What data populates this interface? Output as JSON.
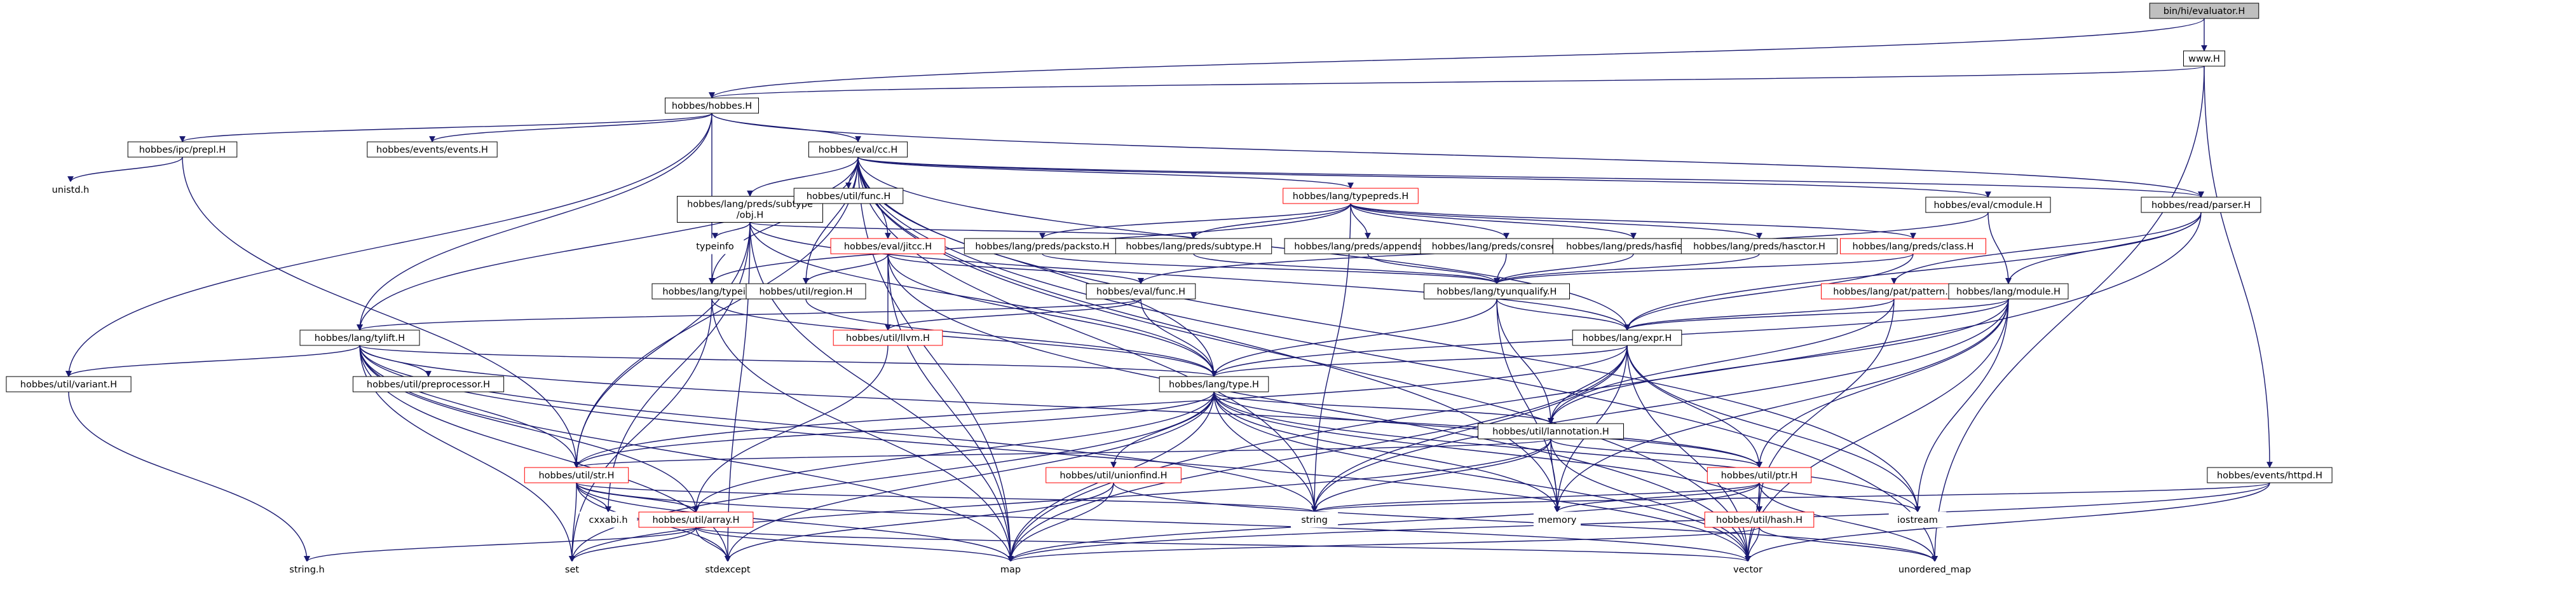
{
  "diagram": {
    "kind": "include dependency graph",
    "nodes": [
      {
        "id": "evaluator",
        "label": "bin/hi/evaluator.H",
        "style": "root"
      },
      {
        "id": "www",
        "label": "www.H",
        "style": "box"
      },
      {
        "id": "hobbes",
        "label": "hobbes/hobbes.H",
        "style": "box"
      },
      {
        "id": "prepl",
        "label": "hobbes/ipc/prepl.H",
        "style": "box"
      },
      {
        "id": "events",
        "label": "hobbes/events/events.H",
        "style": "box"
      },
      {
        "id": "cc",
        "label": "hobbes/eval/cc.H",
        "style": "box"
      },
      {
        "id": "unistd",
        "label": "unistd.h",
        "style": "plain"
      },
      {
        "id": "subtype",
        "label": "hobbes/lang/preds/subtype\n/obj.H",
        "style": "box"
      },
      {
        "id": "func",
        "label": "hobbes/util/func.H",
        "style": "box"
      },
      {
        "id": "typepreds",
        "label": "hobbes/lang/typepreds.H",
        "style": "red"
      },
      {
        "id": "cmodule",
        "label": "hobbes/eval/cmodule.H",
        "style": "box"
      },
      {
        "id": "parser",
        "label": "hobbes/read/parser.H",
        "style": "box"
      },
      {
        "id": "typeinfo",
        "label": "typeinfo",
        "style": "plain"
      },
      {
        "id": "jitcc",
        "label": "hobbes/eval/jitcc.H",
        "style": "red"
      },
      {
        "id": "packsto",
        "label": "hobbes/lang/preds/packsto.H",
        "style": "box"
      },
      {
        "id": "psubtype",
        "label": "hobbes/lang/preds/subtype.H",
        "style": "box"
      },
      {
        "id": "appendsto",
        "label": "hobbes/lang/preds/appendsto.H",
        "style": "box"
      },
      {
        "id": "consrecord",
        "label": "hobbes/lang/preds/consrecord.H",
        "style": "box"
      },
      {
        "id": "hasfield",
        "label": "hobbes/lang/preds/hasfield.H",
        "style": "box"
      },
      {
        "id": "hasctor",
        "label": "hobbes/lang/preds/hasctor.H",
        "style": "box"
      },
      {
        "id": "class",
        "label": "hobbes/lang/preds/class.H",
        "style": "red"
      },
      {
        "id": "typeid",
        "label": "hobbes/lang/typeid.H",
        "style": "box"
      },
      {
        "id": "region",
        "label": "hobbes/util/region.H",
        "style": "box"
      },
      {
        "id": "evalfunc",
        "label": "hobbes/eval/func.H",
        "style": "box"
      },
      {
        "id": "tyunqualify",
        "label": "hobbes/lang/tyunqualify.H",
        "style": "box"
      },
      {
        "id": "pattern",
        "label": "hobbes/lang/pat/pattern.H",
        "style": "red"
      },
      {
        "id": "module",
        "label": "hobbes/lang/module.H",
        "style": "box"
      },
      {
        "id": "tylift",
        "label": "hobbes/lang/tylift.H",
        "style": "box"
      },
      {
        "id": "llvm",
        "label": "hobbes/util/llvm.H",
        "style": "red"
      },
      {
        "id": "expr",
        "label": "hobbes/lang/expr.H",
        "style": "box"
      },
      {
        "id": "variant",
        "label": "hobbes/util/variant.H",
        "style": "box"
      },
      {
        "id": "preprocessor",
        "label": "hobbes/util/preprocessor.H",
        "style": "box"
      },
      {
        "id": "type",
        "label": "hobbes/lang/type.H",
        "style": "box"
      },
      {
        "id": "lannotation",
        "label": "hobbes/util/lannotation.H",
        "style": "box"
      },
      {
        "id": "str",
        "label": "hobbes/util/str.H",
        "style": "red"
      },
      {
        "id": "unionfind",
        "label": "hobbes/util/unionfind.H",
        "style": "red"
      },
      {
        "id": "ptr",
        "label": "hobbes/util/ptr.H",
        "style": "red"
      },
      {
        "id": "httpd",
        "label": "hobbes/events/httpd.H",
        "style": "box"
      },
      {
        "id": "cxxabi",
        "label": "cxxabi.h",
        "style": "plain"
      },
      {
        "id": "array",
        "label": "hobbes/util/array.H",
        "style": "red"
      },
      {
        "id": "string",
        "label": "string",
        "style": "plain"
      },
      {
        "id": "memory",
        "label": "memory",
        "style": "plain"
      },
      {
        "id": "iostream",
        "label": "iostream",
        "style": "plain"
      },
      {
        "id": "hash",
        "label": "hobbes/util/hash.H",
        "style": "red"
      },
      {
        "id": "stringh",
        "label": "string.h",
        "style": "plain"
      },
      {
        "id": "set",
        "label": "set",
        "style": "plain"
      },
      {
        "id": "stdexcept",
        "label": "stdexcept",
        "style": "plain"
      },
      {
        "id": "map",
        "label": "map",
        "style": "plain"
      },
      {
        "id": "vector",
        "label": "vector",
        "style": "plain"
      },
      {
        "id": "unordered_map",
        "label": "unordered_map",
        "style": "plain"
      }
    ],
    "edges": [
      [
        "evaluator",
        "hobbes"
      ],
      [
        "evaluator",
        "www"
      ],
      [
        "www",
        "hobbes"
      ],
      [
        "www",
        "httpd"
      ],
      [
        "www",
        "unordered_map"
      ],
      [
        "hobbes",
        "prepl"
      ],
      [
        "hobbes",
        "events"
      ],
      [
        "hobbes",
        "cc"
      ],
      [
        "hobbes",
        "variant"
      ],
      [
        "hobbes",
        "tylift"
      ],
      [
        "hobbes",
        "parser"
      ],
      [
        "hobbes",
        "typeid"
      ],
      [
        "prepl",
        "unistd"
      ],
      [
        "prepl",
        "str"
      ],
      [
        "cc",
        "subtype"
      ],
      [
        "cc",
        "func"
      ],
      [
        "cc",
        "typepreds"
      ],
      [
        "cc",
        "cmodule"
      ],
      [
        "cc",
        "parser"
      ],
      [
        "cc",
        "jitcc"
      ],
      [
        "cc",
        "typeid"
      ],
      [
        "cc",
        "region"
      ],
      [
        "cc",
        "tylift"
      ],
      [
        "cc",
        "type"
      ],
      [
        "cc",
        "str"
      ],
      [
        "cc",
        "expr"
      ],
      [
        "cc",
        "string"
      ],
      [
        "cc",
        "map"
      ],
      [
        "cc",
        "vector"
      ],
      [
        "cc",
        "unordered_map"
      ],
      [
        "cc",
        "iostream"
      ],
      [
        "cc",
        "memory"
      ],
      [
        "subtype",
        "typeinfo"
      ],
      [
        "subtype",
        "psubtype"
      ],
      [
        "subtype",
        "str"
      ],
      [
        "subtype",
        "cxxabi"
      ],
      [
        "subtype",
        "stdexcept"
      ],
      [
        "subtype",
        "map"
      ],
      [
        "subtype",
        "type"
      ],
      [
        "subtype",
        "expr"
      ],
      [
        "typepreds",
        "packsto"
      ],
      [
        "typepreds",
        "psubtype"
      ],
      [
        "typepreds",
        "appendsto"
      ],
      [
        "typepreds",
        "consrecord"
      ],
      [
        "typepreds",
        "hasfield"
      ],
      [
        "typepreds",
        "hasctor"
      ],
      [
        "typepreds",
        "class"
      ],
      [
        "typepreds",
        "typeid"
      ],
      [
        "typepreds",
        "string"
      ],
      [
        "packsto",
        "tyunqualify"
      ],
      [
        "psubtype",
        "tyunqualify"
      ],
      [
        "appendsto",
        "tyunqualify"
      ],
      [
        "consrecord",
        "tyunqualify"
      ],
      [
        "hasfield",
        "tyunqualify"
      ],
      [
        "hasctor",
        "tyunqualify"
      ],
      [
        "class",
        "tyunqualify"
      ],
      [
        "class",
        "expr"
      ],
      [
        "cmodule",
        "module"
      ],
      [
        "cmodule",
        "evalfunc"
      ],
      [
        "parser",
        "module"
      ],
      [
        "parser",
        "pattern"
      ],
      [
        "parser",
        "expr"
      ],
      [
        "parser",
        "map"
      ],
      [
        "jitcc",
        "region"
      ],
      [
        "jitcc",
        "llvm"
      ],
      [
        "jitcc",
        "evalfunc"
      ],
      [
        "jitcc",
        "type"
      ],
      [
        "jitcc",
        "map"
      ],
      [
        "jitcc",
        "vector"
      ],
      [
        "typeid",
        "type"
      ],
      [
        "typeid",
        "map"
      ],
      [
        "typeid",
        "set"
      ],
      [
        "region",
        "type"
      ],
      [
        "evalfunc",
        "type"
      ],
      [
        "evalfunc",
        "llvm"
      ],
      [
        "evalfunc",
        "tylift"
      ],
      [
        "tyunqualify",
        "expr"
      ],
      [
        "tyunqualify",
        "lannotation"
      ],
      [
        "tyunqualify",
        "type"
      ],
      [
        "tyunqualify",
        "memory"
      ],
      [
        "pattern",
        "expr"
      ],
      [
        "pattern",
        "hash"
      ],
      [
        "pattern",
        "lannotation"
      ],
      [
        "module",
        "expr"
      ],
      [
        "module",
        "type"
      ],
      [
        "module",
        "ptr"
      ],
      [
        "module",
        "lannotation"
      ],
      [
        "module",
        "string"
      ],
      [
        "module",
        "memory"
      ],
      [
        "module",
        "vector"
      ],
      [
        "module",
        "iostream"
      ],
      [
        "tylift",
        "variant"
      ],
      [
        "tylift",
        "preprocessor"
      ],
      [
        "tylift",
        "type"
      ],
      [
        "tylift",
        "str"
      ],
      [
        "tylift",
        "array"
      ],
      [
        "tylift",
        "ptr"
      ],
      [
        "tylift",
        "string"
      ],
      [
        "tylift",
        "map"
      ],
      [
        "tylift",
        "set"
      ],
      [
        "tylift",
        "vector"
      ],
      [
        "tylift",
        "stdexcept"
      ],
      [
        "llvm",
        "array"
      ],
      [
        "expr",
        "type"
      ],
      [
        "expr",
        "lannotation"
      ],
      [
        "expr",
        "ptr"
      ],
      [
        "expr",
        "str"
      ],
      [
        "expr",
        "string"
      ],
      [
        "expr",
        "memory"
      ],
      [
        "expr",
        "vector"
      ],
      [
        "expr",
        "iostream"
      ],
      [
        "expr",
        "map"
      ],
      [
        "variant",
        "stringh"
      ],
      [
        "type",
        "lannotation"
      ],
      [
        "type",
        "str"
      ],
      [
        "type",
        "unionfind"
      ],
      [
        "type",
        "ptr"
      ],
      [
        "type",
        "array"
      ],
      [
        "type",
        "hash"
      ],
      [
        "type",
        "string"
      ],
      [
        "type",
        "memory"
      ],
      [
        "type",
        "map"
      ],
      [
        "type",
        "set"
      ],
      [
        "type",
        "vector"
      ],
      [
        "type",
        "stdexcept"
      ],
      [
        "type",
        "iostream"
      ],
      [
        "lannotation",
        "str"
      ],
      [
        "lannotation",
        "ptr"
      ],
      [
        "lannotation",
        "string"
      ],
      [
        "lannotation",
        "set"
      ],
      [
        "lannotation",
        "vector"
      ],
      [
        "lannotation",
        "memory"
      ],
      [
        "str",
        "cxxabi"
      ],
      [
        "str",
        "array"
      ],
      [
        "str",
        "string"
      ],
      [
        "str",
        "set"
      ],
      [
        "str",
        "map"
      ],
      [
        "str",
        "vector"
      ],
      [
        "str",
        "stdexcept"
      ],
      [
        "unionfind",
        "stdexcept"
      ],
      [
        "unionfind",
        "map"
      ],
      [
        "unionfind",
        "unordered_map"
      ],
      [
        "ptr",
        "hash"
      ],
      [
        "ptr",
        "string"
      ],
      [
        "ptr",
        "map"
      ],
      [
        "ptr",
        "vector"
      ],
      [
        "ptr",
        "memory"
      ],
      [
        "ptr",
        "unordered_map"
      ],
      [
        "ptr",
        "iostream"
      ],
      [
        "httpd",
        "map"
      ],
      [
        "httpd",
        "vector"
      ],
      [
        "httpd",
        "string"
      ],
      [
        "array",
        "stringh"
      ],
      [
        "array",
        "set"
      ],
      [
        "array",
        "stdexcept"
      ],
      [
        "array",
        "map"
      ],
      [
        "array",
        "vector"
      ],
      [
        "hash",
        "map"
      ],
      [
        "hash",
        "vector"
      ],
      [
        "hash",
        "unordered_map"
      ]
    ]
  }
}
